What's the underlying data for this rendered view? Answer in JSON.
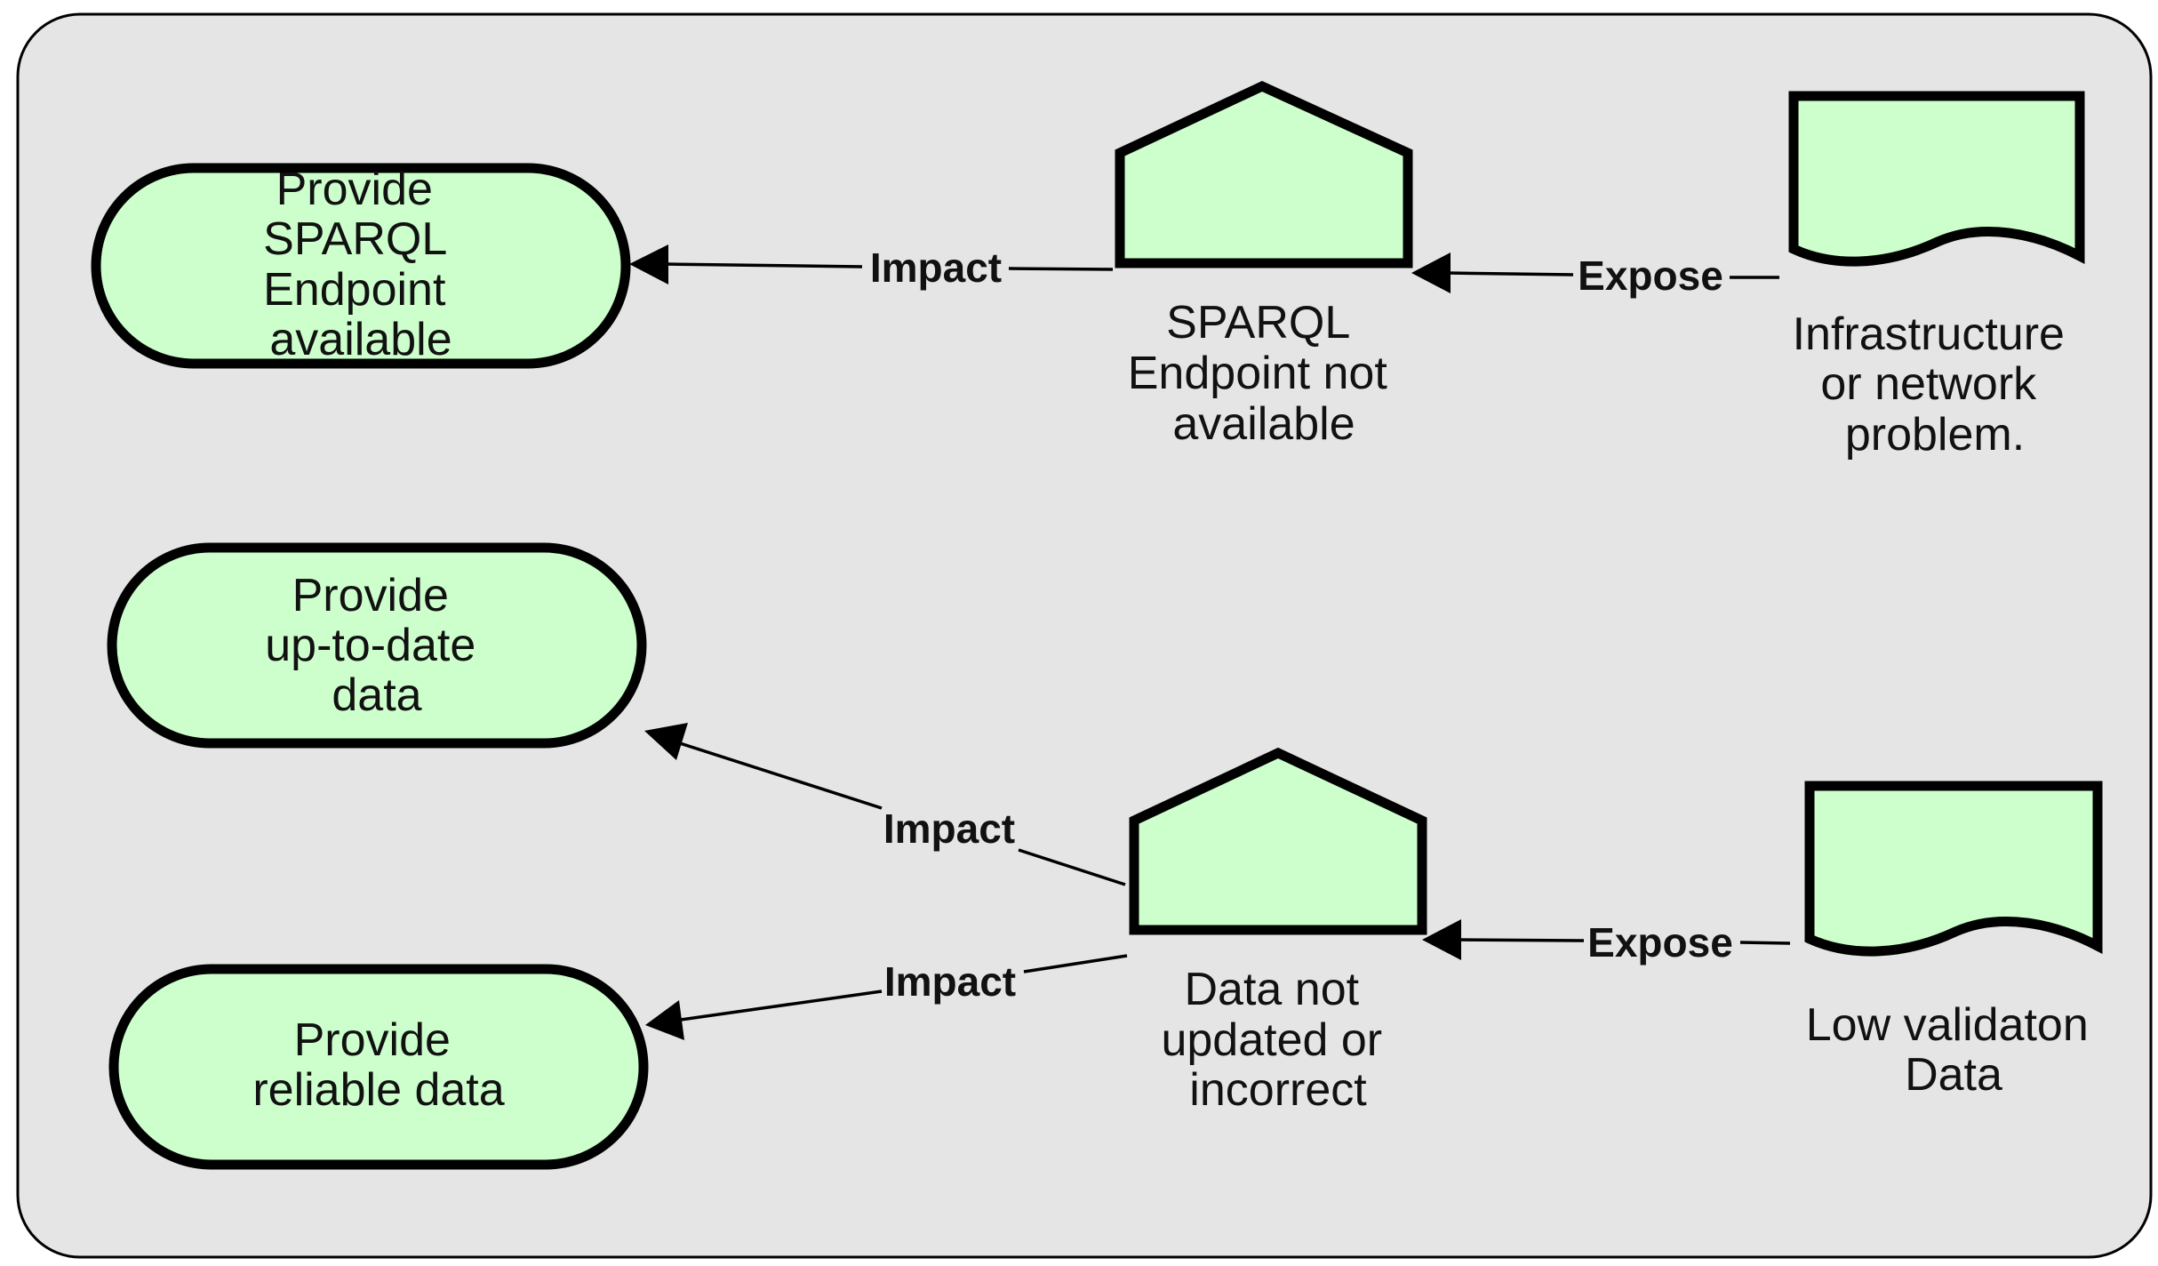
{
  "colors": {
    "canvas_background": "#e5e5e5",
    "node_fill": "#ccffcc",
    "stroke": "#000000"
  },
  "goals": {
    "sparql": [
      "Provide",
      "SPARQL",
      "Endpoint",
      "available"
    ],
    "uptodate": [
      "Provide",
      "up-to-date",
      "data"
    ],
    "reliable": [
      "Provide",
      "reliable data"
    ]
  },
  "risks": {
    "sparql": [
      "SPARQL",
      "Endpoint not",
      "available"
    ],
    "data": [
      "Data not",
      "updated or",
      "incorrect"
    ]
  },
  "causes": {
    "infra": [
      "Infrastructure",
      "or network",
      "problem."
    ],
    "validation": [
      "Low validaton",
      "Data"
    ]
  },
  "edges": {
    "impact_label": "Impact",
    "expose_label": "Expose"
  }
}
